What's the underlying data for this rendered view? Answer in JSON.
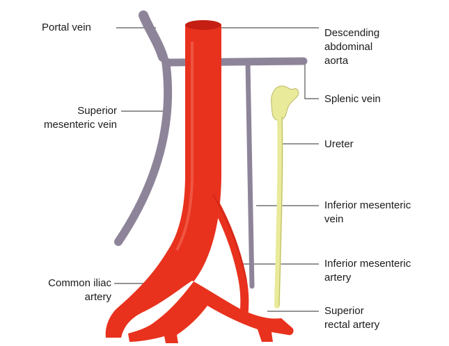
{
  "labels": {
    "portal_vein": [
      "Portal vein"
    ],
    "descending_aorta": [
      "Descending",
      "abdominal",
      "aorta"
    ],
    "splenic_vein": [
      "Splenic vein"
    ],
    "superior_mesenteric_vein": [
      "Superior",
      "mesenteric vein"
    ],
    "ureter": [
      "Ureter"
    ],
    "inferior_mesenteric_vein": [
      "Inferior mesenteric",
      "vein"
    ],
    "inferior_mesenteric_artery": [
      "Inferior mesenteric",
      "artery"
    ],
    "common_iliac_artery": [
      "Common iliac",
      "artery"
    ],
    "superior_rectal_artery": [
      "Superior",
      "rectal artery"
    ]
  },
  "colors": {
    "artery": "#e8321e",
    "artery_shade": "#c41f12",
    "artery_highlight": "#f5735f",
    "vein": "#8e8499",
    "vein_dark": "#6e6478",
    "ureter": "#e9ea9a",
    "ureter_edge": "#b9b865",
    "leader": "#555555"
  }
}
